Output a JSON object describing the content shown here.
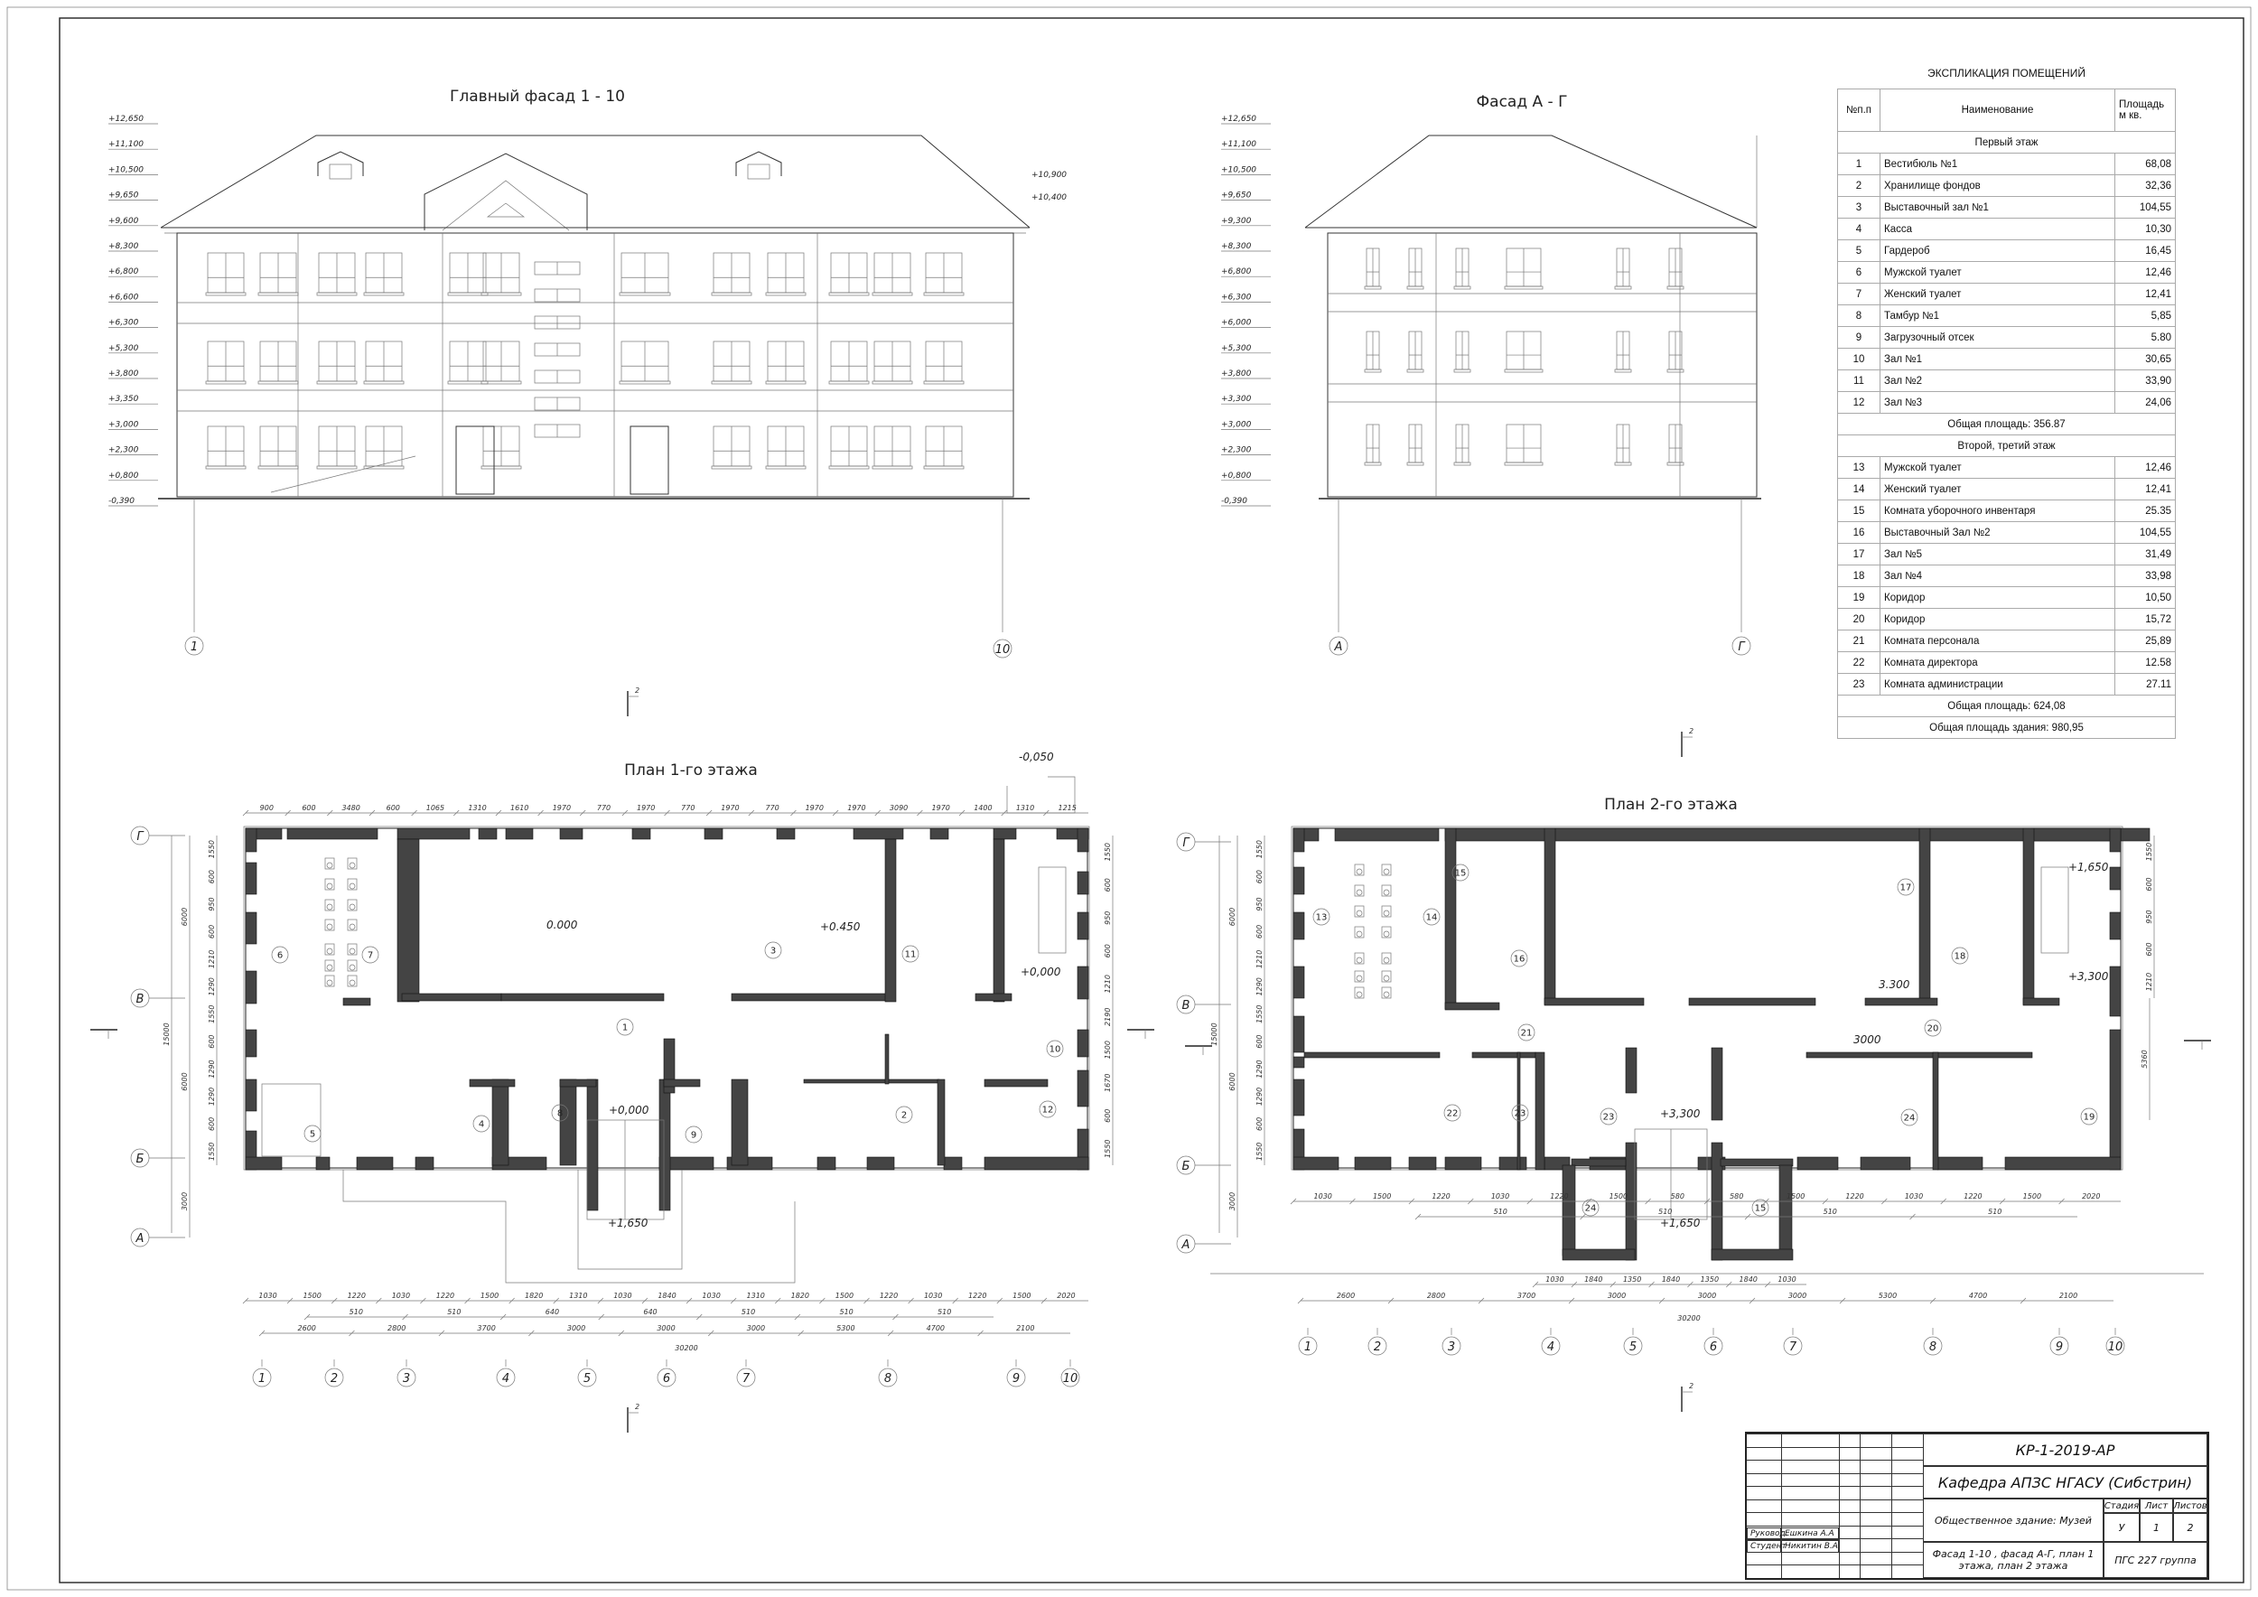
{
  "drawings": {
    "facade_main": {
      "title": "Главный фасад 1 - 10",
      "levels_left": [
        "+12,650",
        "+11,100",
        "+10,500",
        "+9,650",
        "+9,600",
        "+8,300",
        "+6,800",
        "+6,600",
        "+6,300",
        "+5,300",
        "+3,800",
        "+3,350",
        "+3,000",
        "+2,300",
        "+0,800",
        "-0,390"
      ],
      "levels_right": [
        "+10,900",
        "+10,400"
      ],
      "axes": [
        "1",
        "10"
      ]
    },
    "facade_ag": {
      "title": "Фасад А - Г",
      "levels_left": [
        "+12,650",
        "+11,100",
        "+10,500",
        "+9,650",
        "+9,300",
        "+8,300",
        "+6,800",
        "+6,300",
        "+6,000",
        "+5,300",
        "+3,800",
        "+3,300",
        "+3,000",
        "+2,300",
        "+0,800",
        "-0,390"
      ],
      "axes": [
        "А",
        "Г"
      ]
    },
    "plan1": {
      "title": "План 1-го этажа",
      "axes_x": [
        "1",
        "2",
        "3",
        "4",
        "5",
        "6",
        "7",
        "8",
        "9",
        "10"
      ],
      "axes_y": [
        "Г",
        "В",
        "Б",
        "А"
      ],
      "levels": [
        "0.000",
        "+0.450",
        "+0,000",
        "+0,000",
        "+1,650",
        "-0,050"
      ],
      "rooms": [
        "1",
        "2",
        "3",
        "4",
        "5",
        "6",
        "7",
        "8",
        "9",
        "10",
        "11",
        "12"
      ],
      "dims_top": [
        "900",
        "600",
        "3480",
        "600",
        "1065",
        "1310",
        "1610",
        "1970",
        "770",
        "1970",
        "770",
        "1970",
        "770",
        "1970",
        "1970",
        "3090",
        "1970",
        "1400",
        "1310",
        "1215"
      ],
      "dims_bottom_1": [
        "1030",
        "1500",
        "1220",
        "1030",
        "1220",
        "1500",
        "1820",
        "1310",
        "1030",
        "1840",
        "1030",
        "1310",
        "1820",
        "1500",
        "1220",
        "1030",
        "1220",
        "1500",
        "2020"
      ],
      "dims_bottom_2": [
        "510",
        "510",
        "640",
        "640",
        "510",
        "510",
        "510"
      ],
      "dims_bottom_3": [
        "2600",
        "2800",
        "3700",
        "3000",
        "3000",
        "3000",
        "5300",
        "4700",
        "2100"
      ],
      "dims_total": "30200",
      "dims_left": [
        "1550",
        "600",
        "950",
        "600",
        "1210",
        "1290",
        "1550",
        "600",
        "1290",
        "1290",
        "600",
        "1550"
      ],
      "dims_left_big": [
        "6000",
        "15000",
        "6000",
        "3000"
      ],
      "dims_right": [
        "1550",
        "600",
        "950",
        "600",
        "1210",
        "2190",
        "1500",
        "1670",
        "600",
        "1550"
      ],
      "section_mark": "2"
    },
    "plan2": {
      "title": "План 2-го этажа",
      "axes_x": [
        "1",
        "2",
        "3",
        "4",
        "5",
        "6",
        "7",
        "8",
        "9",
        "10"
      ],
      "axes_y": [
        "Г",
        "В",
        "Б",
        "А"
      ],
      "levels": [
        "+1,650",
        "+3,300",
        "3.300",
        "3000",
        "+3,300",
        "+1,650"
      ],
      "rooms": [
        "13",
        "14",
        "15",
        "16",
        "17",
        "18",
        "19",
        "20",
        "21",
        "22",
        "23",
        "23",
        "24",
        "24"
      ],
      "dims_bottom_1": [
        "1030",
        "1500",
        "1220",
        "1030",
        "1220",
        "1500",
        "580",
        "580",
        "1500",
        "1220",
        "1030",
        "1220",
        "1500",
        "2020"
      ],
      "dims_bottom_2": [
        "510",
        "510",
        "510",
        "510"
      ],
      "dims_bottom_3": [
        "1030",
        "1840",
        "1350",
        "1840",
        "1350",
        "1840",
        "1030"
      ],
      "dims_bottom_4": [
        "2600",
        "2800",
        "3700",
        "3000",
        "3000",
        "3000",
        "5300",
        "4700",
        "2100"
      ],
      "dims_total": "30200",
      "dims_right": [
        "5360"
      ],
      "section_mark": "2"
    }
  },
  "explication": {
    "title": "ЭКСПЛИКАЦИЯ ПОМЕЩЕНИЙ",
    "headers": {
      "no": "№п.п",
      "name": "Наименование",
      "area": "Площадь м кв."
    },
    "sections": [
      {
        "title": "Первый этаж",
        "rows": [
          {
            "no": "1",
            "name": "Вестибюль №1",
            "area": "68,08"
          },
          {
            "no": "2",
            "name": "Хранилище фондов",
            "area": "32,36"
          },
          {
            "no": "3",
            "name": "Выставочный зал №1",
            "area": "104,55"
          },
          {
            "no": "4",
            "name": "Касса",
            "area": "10,30"
          },
          {
            "no": "5",
            "name": "Гардероб",
            "area": "16,45"
          },
          {
            "no": "6",
            "name": "Мужской туалет",
            "area": "12,46"
          },
          {
            "no": "7",
            "name": "Женский туалет",
            "area": "12,41"
          },
          {
            "no": "8",
            "name": "Тамбур №1",
            "area": "5,85"
          },
          {
            "no": "9",
            "name": "Загрузочный отсек",
            "area": "5.80"
          },
          {
            "no": "10",
            "name": "Зал №1",
            "area": "30,65"
          },
          {
            "no": "11",
            "name": "Зал №2",
            "area": "33,90"
          },
          {
            "no": "12",
            "name": "Зал №3",
            "area": "24,06"
          }
        ],
        "total_label": "Общая площадь:",
        "total": "356.87"
      },
      {
        "title": "Второй, третий этаж",
        "rows": [
          {
            "no": "13",
            "name": "Мужской туалет",
            "area": "12,46"
          },
          {
            "no": "14",
            "name": "Женский туалет",
            "area": "12,41"
          },
          {
            "no": "15",
            "name": "Комната уборочного инвентаря",
            "area": "25.35"
          },
          {
            "no": "16",
            "name": "Выставочный Зал №2",
            "area": "104,55"
          },
          {
            "no": "17",
            "name": "Зал №5",
            "area": "31,49"
          },
          {
            "no": "18",
            "name": "Зал №4",
            "area": "33,98"
          },
          {
            "no": "19",
            "name": "Коридор",
            "area": "10,50"
          },
          {
            "no": "20",
            "name": "Коридор",
            "area": "15,72"
          },
          {
            "no": "21",
            "name": "Комната персонала",
            "area": "25,89"
          },
          {
            "no": "22",
            "name": "Комната директора",
            "area": "12.58"
          },
          {
            "no": "23",
            "name": "Комната администрации",
            "area": "27.11"
          }
        ],
        "total_label": "Общая площадь:",
        "total": "624,08"
      }
    ],
    "grand_total_label": "Общая площадь здания:",
    "grand_total": "980,95"
  },
  "title_block": {
    "code": "КР-1-2019-АР",
    "org": "Кафедра АПЗС НГАСУ (Сибстрин)",
    "object": "Общественное здание: Музей",
    "stage_label": "Стадия",
    "sheet_label": "Лист",
    "sheets_label": "Листов",
    "stage": "У",
    "sheet": "1",
    "sheets": "2",
    "sheet_title": "Фасад 1-10 , фасад А-Г, план 1 этажа, план 2 этажа",
    "group": "ПГС 227 группа",
    "roles": [
      {
        "role": "Руковод.",
        "name": "Ешкина А.А"
      },
      {
        "role": "Студент",
        "name": "Никитин В.А"
      }
    ]
  }
}
